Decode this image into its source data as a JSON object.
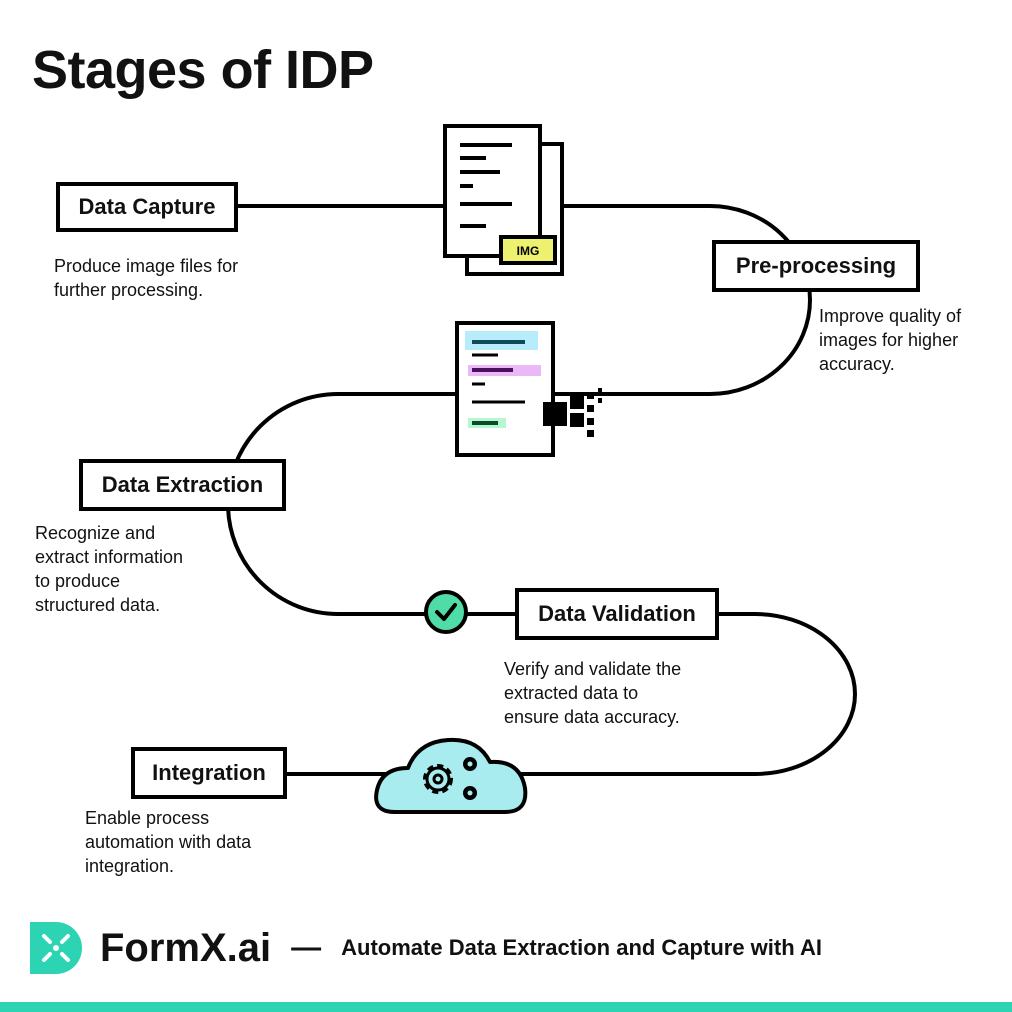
{
  "title": "Stages of IDP",
  "stages": [
    {
      "name": "Data Capture",
      "description": [
        "Produce image files for",
        "further processing."
      ]
    },
    {
      "name": "Pre-processing",
      "description": [
        "Improve quality of",
        "images for higher",
        "accuracy."
      ]
    },
    {
      "name": "Data Extraction",
      "description": [
        "Recognize and",
        "extract information",
        "to produce",
        "structured data."
      ]
    },
    {
      "name": "Data Validation",
      "description": [
        "Verify and validate the",
        "extracted data to",
        "ensure data accuracy."
      ]
    },
    {
      "name": "Integration",
      "description": [
        "Enable process",
        "automation with data",
        "integration."
      ]
    }
  ],
  "icons": {
    "document_badge": "IMG"
  },
  "footer": {
    "brand": "FormX.ai",
    "dash": "—",
    "tagline": "Automate Data Extraction and Capture with AI"
  },
  "colors": {
    "accent_teal": "#2dd4b4",
    "img_badge": "#eef070",
    "highlight_blue": "#b7ecfb",
    "highlight_purple": "#ebb8f7",
    "highlight_green": "#b6f7cf",
    "check_green": "#4fdca6",
    "cloud": "#a9ecf0"
  }
}
